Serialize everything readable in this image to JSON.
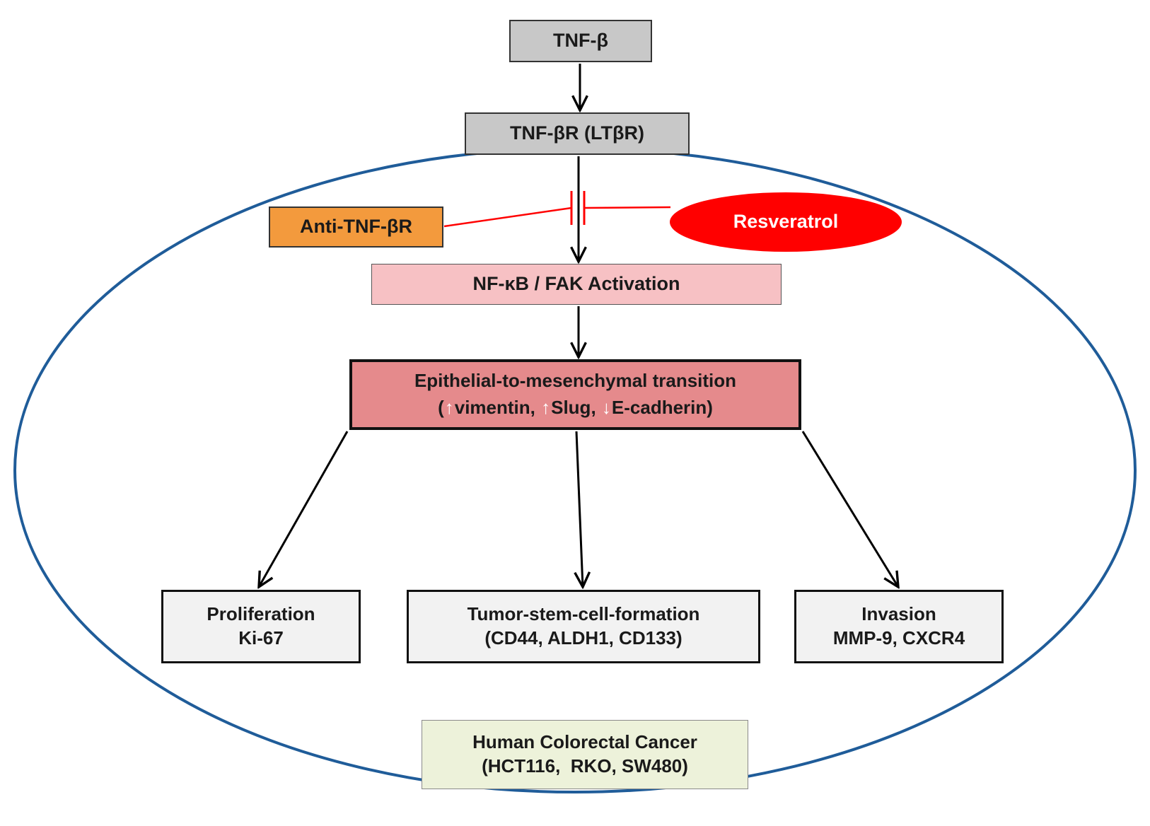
{
  "nodes": {
    "tnf_beta": "TNF-β",
    "receptor": "TNF-βR (LTβR)",
    "anti_receptor": "Anti-TNF-βR",
    "resveratrol": "Resveratrol",
    "nfkb_fak": "NF-κB / FAK Activation",
    "emt": {
      "title": "Epithelial-to-mesenchymal transition",
      "open": "(",
      "vimentin": "vimentin,",
      "slug": "Slug,",
      "ecadherin": "E-cadherin)"
    },
    "proliferation": {
      "title": "Proliferation",
      "marker": "Ki-67"
    },
    "tumor_stem": {
      "title": "Tumor-stem-cell-formation",
      "markers": "(CD44, ALDH1, CD133)"
    },
    "invasion": {
      "title": "Invasion",
      "markers": "MMP-9, CXCR4"
    },
    "cancer": {
      "title": "Human Colorectal Cancer",
      "lines": "(HCT116,  RKO, SW480)"
    }
  },
  "icons": {
    "activation_arrow": "black-arrow-icon",
    "inhibition": "red-t-bar-icon",
    "increase": "white-up-arrow-icon",
    "decrease": "white-down-arrow-icon"
  },
  "colors": {
    "cell_membrane": "#1f5c99",
    "ligand_box": "#c8c8c8",
    "anti_box": "#f39a3d",
    "resveratrol": "#ff0000",
    "nfkb_box": "#f7c1c4",
    "emt_box": "#e58a8c",
    "outcome_box": "#f2f2f2",
    "cancer_box": "#edf2da",
    "inhibition_line": "#ff0000"
  }
}
